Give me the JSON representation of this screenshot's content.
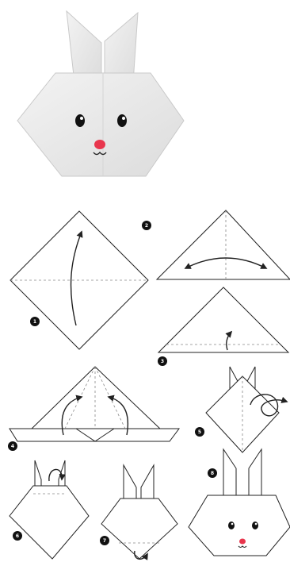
{
  "colors": {
    "paper": "#f6f6f6",
    "paper_shade": "#e6e6e6",
    "line": "#222222",
    "fold_line": "#7a7a7a",
    "badge": "#111111",
    "nose": "#e8364d",
    "eye": "#111111"
  },
  "steps": [
    {
      "number": "1"
    },
    {
      "number": "2"
    },
    {
      "number": "3"
    },
    {
      "number": "4"
    },
    {
      "number": "5"
    },
    {
      "number": "6"
    },
    {
      "number": "7"
    },
    {
      "number": "8"
    }
  ]
}
